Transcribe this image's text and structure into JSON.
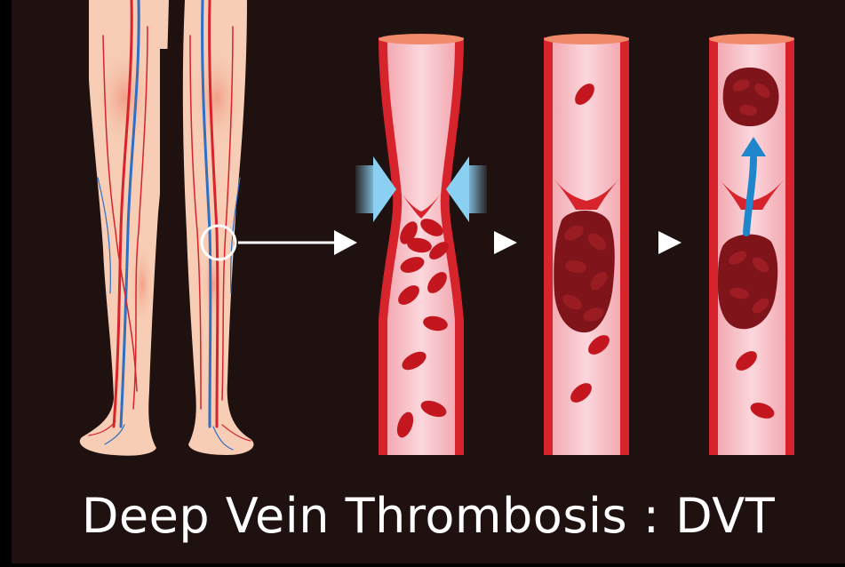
{
  "title": "Deep Vein Thrombosis : DVT",
  "colors": {
    "background": "#1e1110",
    "title": "#ffffff",
    "skin": "#f7cdb5",
    "vein_wall": "#d6232c",
    "vein_inner": "#f6bfc5",
    "blood_cell": "#c3161f",
    "clot": "#7f141b",
    "pressure_arrow": "#8ad0f2",
    "flow_arrow": "#1f86cc",
    "pointer": "#ffffff"
  },
  "panels": [
    {
      "id": "legs",
      "name": "legs-anatomy"
    },
    {
      "id": "compressed",
      "name": "compressed-vein"
    },
    {
      "id": "clot",
      "name": "vein-with-clot"
    },
    {
      "id": "embolus",
      "name": "vein-with-embolus"
    }
  ]
}
